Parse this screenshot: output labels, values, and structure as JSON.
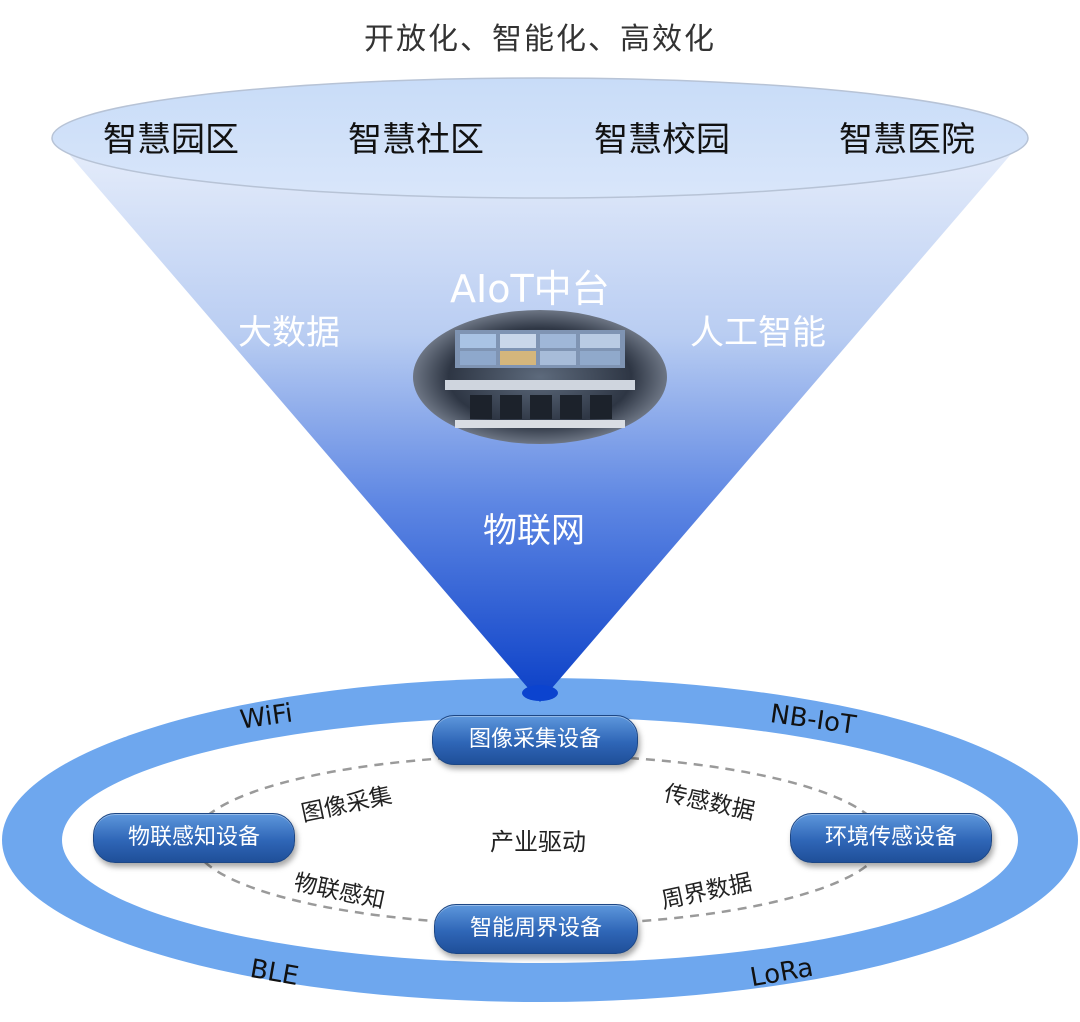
{
  "title": "开放化、智能化、高效化",
  "scenarios": [
    "智慧园区",
    "智慧社区",
    "智慧校园",
    "智慧医院"
  ],
  "cone": {
    "platform": "AIoT中台",
    "left_label": "大数据",
    "right_label": "人工智能",
    "base_label": "物联网"
  },
  "devices": {
    "top": "图像采集设备",
    "left": "物联感知设备",
    "right": "环境传感设备",
    "bottom": "智能周界设备"
  },
  "flows": {
    "image_capture": "图像采集",
    "sensor_data": "传感数据",
    "iot_sensing": "物联感知",
    "perimeter_data": "周界数据"
  },
  "center_label": "产业驱动",
  "protocols": {
    "wifi": "WiFi",
    "nbiot": "NB-IoT",
    "ble": "BLE",
    "lora": "LoRa"
  },
  "colors": {
    "ring": "#6aa4ec",
    "cone_top": "#dbe7fa",
    "cone_bottom": "#0a3fc7",
    "pill": "#2f66b7"
  }
}
